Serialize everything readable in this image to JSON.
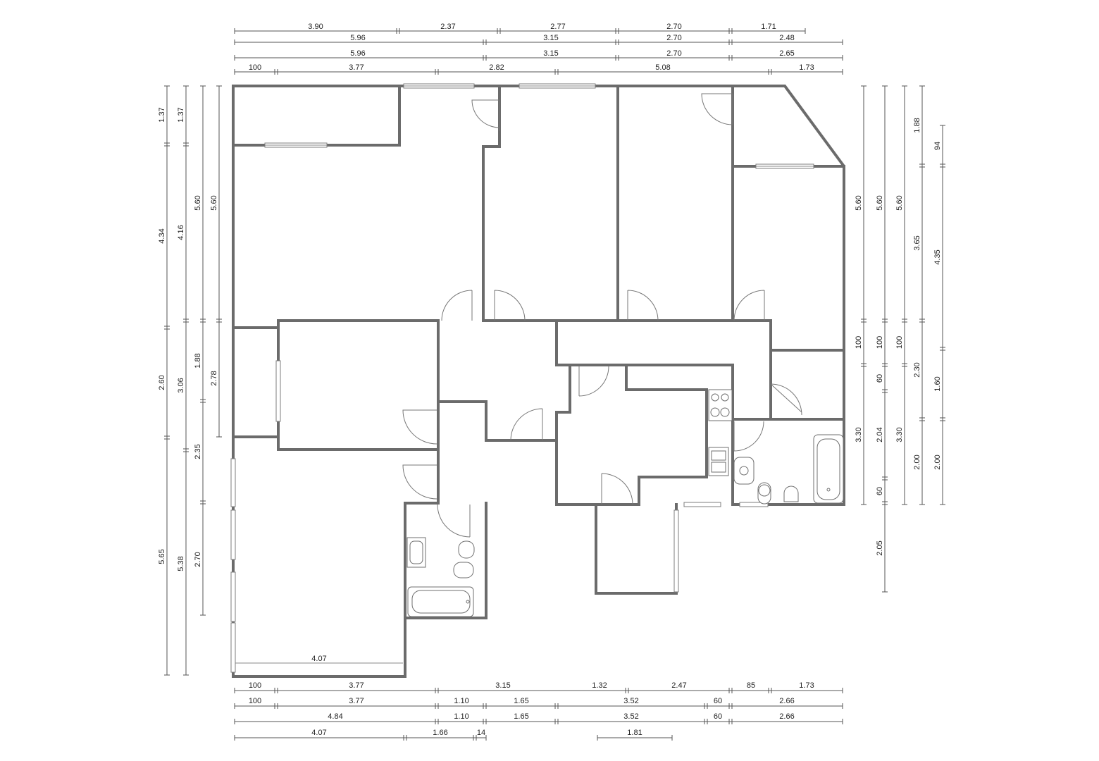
{
  "dimensions": {
    "top_row1": [
      "3.90",
      "2.37",
      "2.77",
      "2.70",
      "1.71"
    ],
    "top_row2": [
      "5.96",
      "3.15",
      "2.70",
      "2.48"
    ],
    "top_row3": [
      "5.96",
      "3.15",
      "2.70",
      "2.65"
    ],
    "top_row4": [
      "100",
      "3.77",
      "2.82",
      "5.08",
      "1.73"
    ],
    "bottom_row1": [
      "100",
      "3.77",
      "3.15",
      "1.32",
      "2.47",
      "85",
      "1.73"
    ],
    "bottom_row2": [
      "100",
      "3.77",
      "1.10",
      "1.65",
      "3.52",
      "60",
      "2.66"
    ],
    "bottom_row3": [
      "4.84",
      "1.10",
      "1.65",
      "3.52",
      "60",
      "2.66"
    ],
    "bottom_row4": [
      "4.07",
      "1.66",
      "14",
      "1.81"
    ],
    "left_col1": [
      "1.37",
      "4.34",
      "2.60",
      "5.65"
    ],
    "left_col2": [
      "1.37",
      "4.16",
      "3.06",
      "5.38"
    ],
    "left_col3": [
      "5.60",
      "1.88",
      "2.35",
      "2.70"
    ],
    "left_col4": [
      "5.60",
      "2.78"
    ],
    "right_col1": [
      "5.60",
      "100",
      "3.30"
    ],
    "right_col2": [
      "5.60",
      "100",
      "60",
      "2.04",
      "60",
      "2.05"
    ],
    "right_col3": [
      "5.60",
      "100",
      "3.30"
    ],
    "right_col4": [
      "1.88",
      "3.65",
      "2.30",
      "2.00"
    ],
    "right_col5": [
      "94",
      "4.35",
      "1.60",
      "2.00"
    ],
    "interior_label": "4.07"
  }
}
